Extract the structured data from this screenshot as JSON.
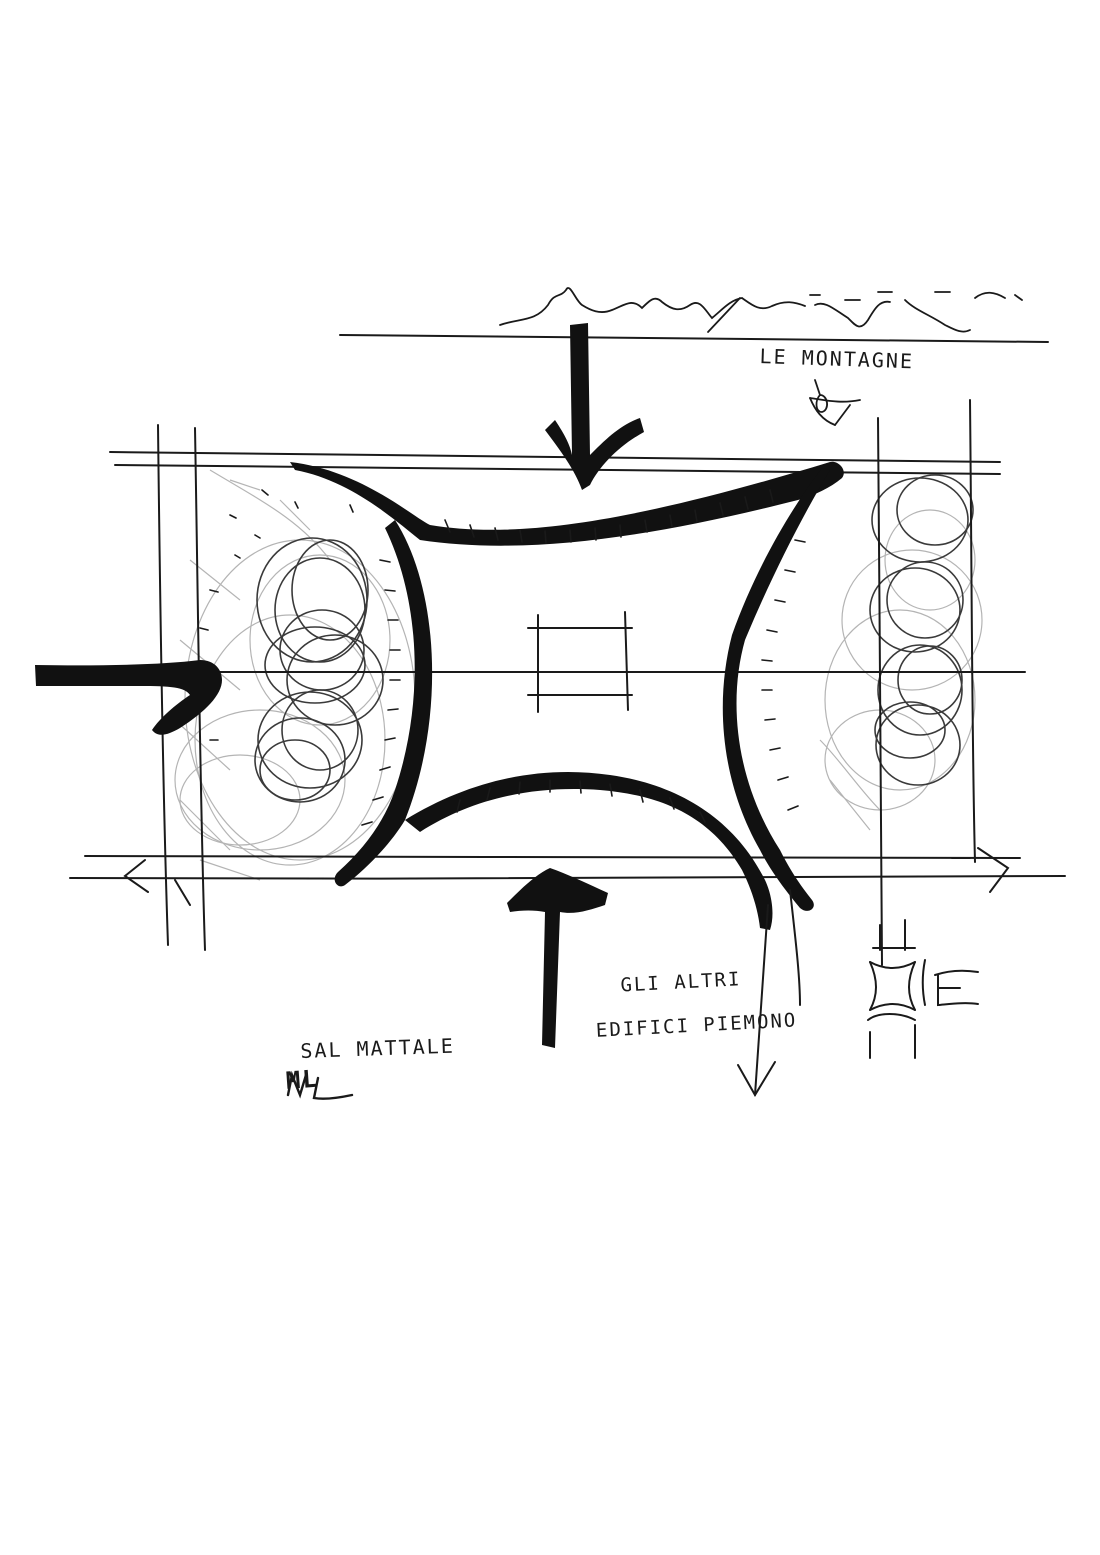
{
  "annotations": {
    "montagne": "LE MONTAGNE",
    "altri_edifici_line1": "GLI ALTRI",
    "altri_edifici_line2": "EDIFICI PIEMONO",
    "sagrato": "SAL MATTALE",
    "initials": "ML"
  },
  "colors": {
    "ink": "#1a1a1a",
    "pencil": "#9a9a9a",
    "paper": "#ffffff"
  },
  "icons": {
    "arrow_top": "arrow-down-icon",
    "arrow_left": "arrow-right-icon",
    "arrow_bottom": "arrow-up-icon",
    "eye": "eye-icon"
  }
}
